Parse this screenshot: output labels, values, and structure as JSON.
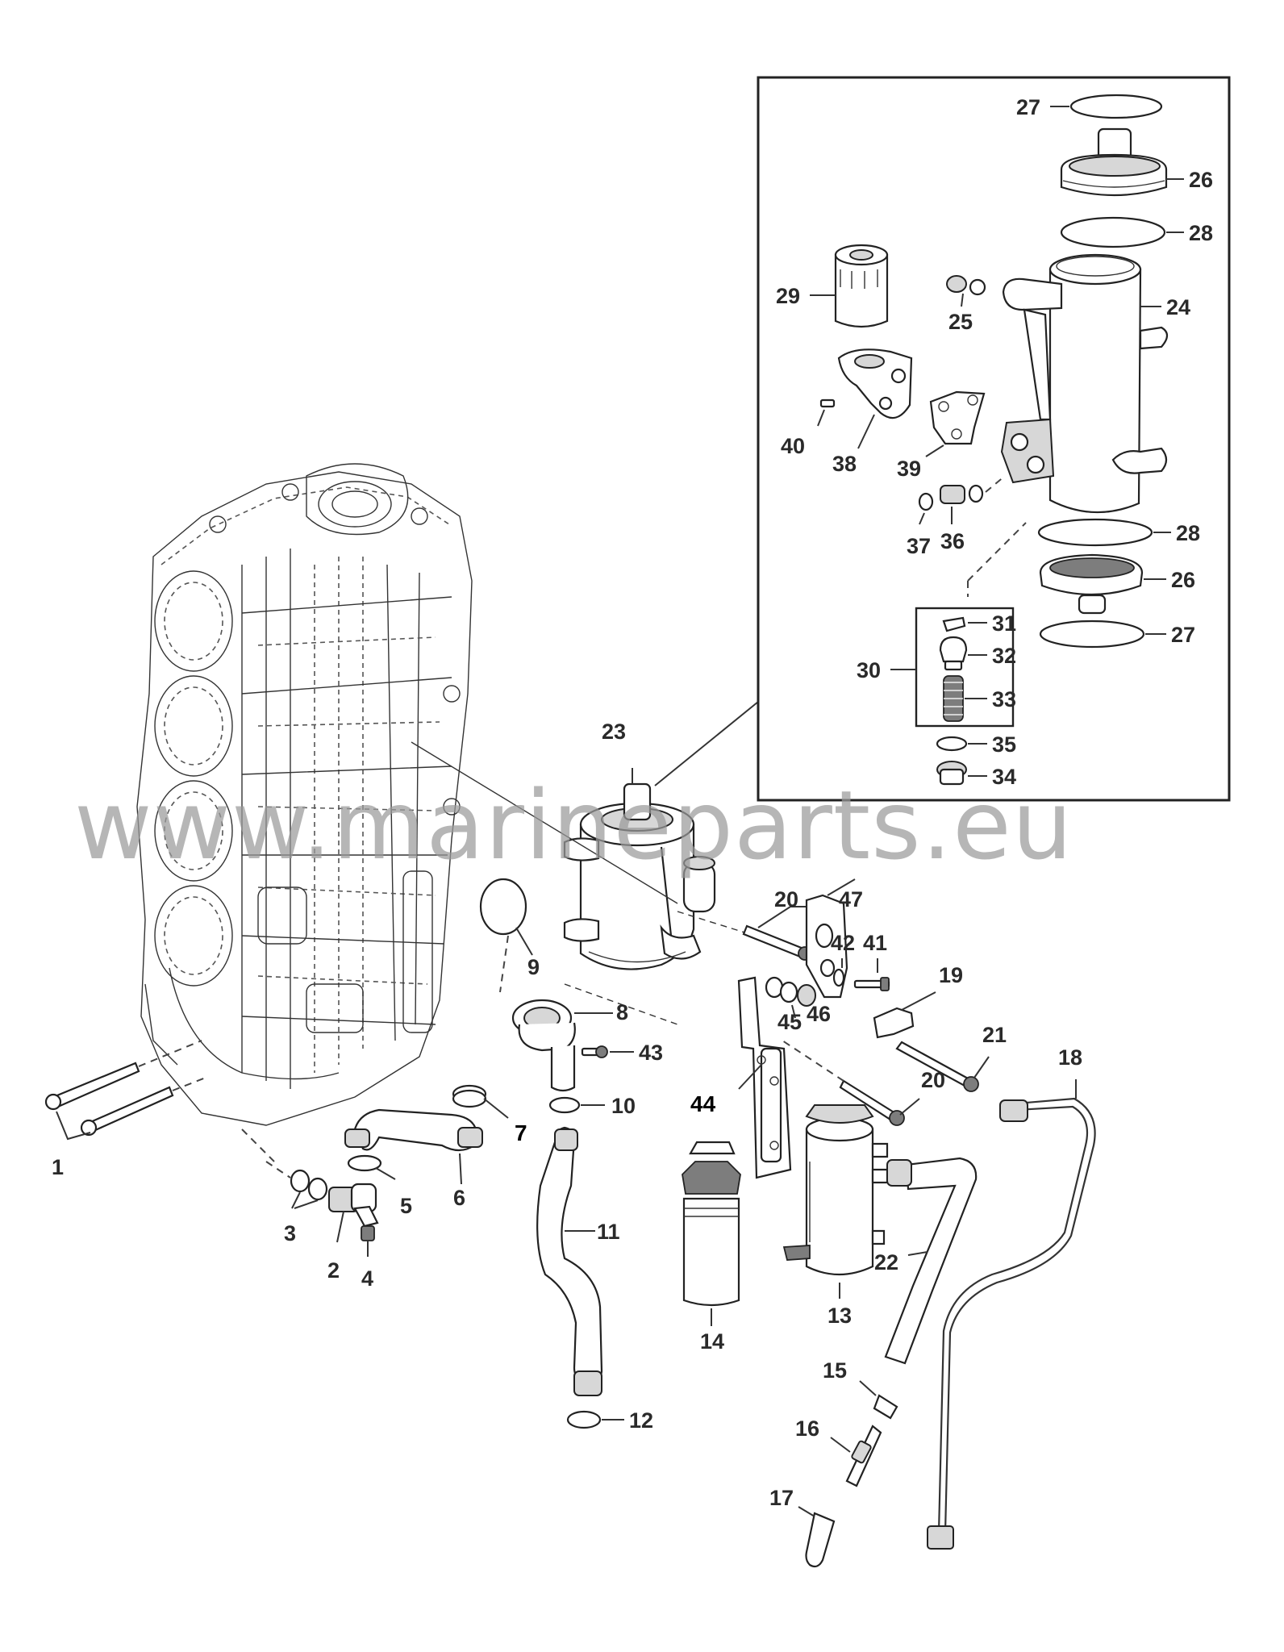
{
  "watermark": "www.marineparts.eu",
  "labels": {
    "p1": "1",
    "p2": "2",
    "p3": "3",
    "p4": "4",
    "p5": "5",
    "p6": "6",
    "p7": "7",
    "p8": "8",
    "p9": "9",
    "p10": "10",
    "p11": "11",
    "p12": "12",
    "p13": "13",
    "p14": "14",
    "p15": "15",
    "p16": "16",
    "p17": "17",
    "p18": "18",
    "p19": "19",
    "p20a": "20",
    "p20b": "20",
    "p21": "21",
    "p22": "22",
    "p23": "23",
    "p24": "24",
    "p25": "25",
    "p26a": "26",
    "p26b": "26",
    "p27a": "27",
    "p27b": "27",
    "p28a": "28",
    "p28b": "28",
    "p29": "29",
    "p30": "30",
    "p31": "31",
    "p32": "32",
    "p33": "33",
    "p34": "34",
    "p35": "35",
    "p36": "36",
    "p37": "37",
    "p38": "38",
    "p39": "39",
    "p40": "40",
    "p41": "41",
    "p42": "42",
    "p43": "43",
    "p44": "44",
    "p45": "45",
    "p46": "46",
    "p47": "47"
  }
}
